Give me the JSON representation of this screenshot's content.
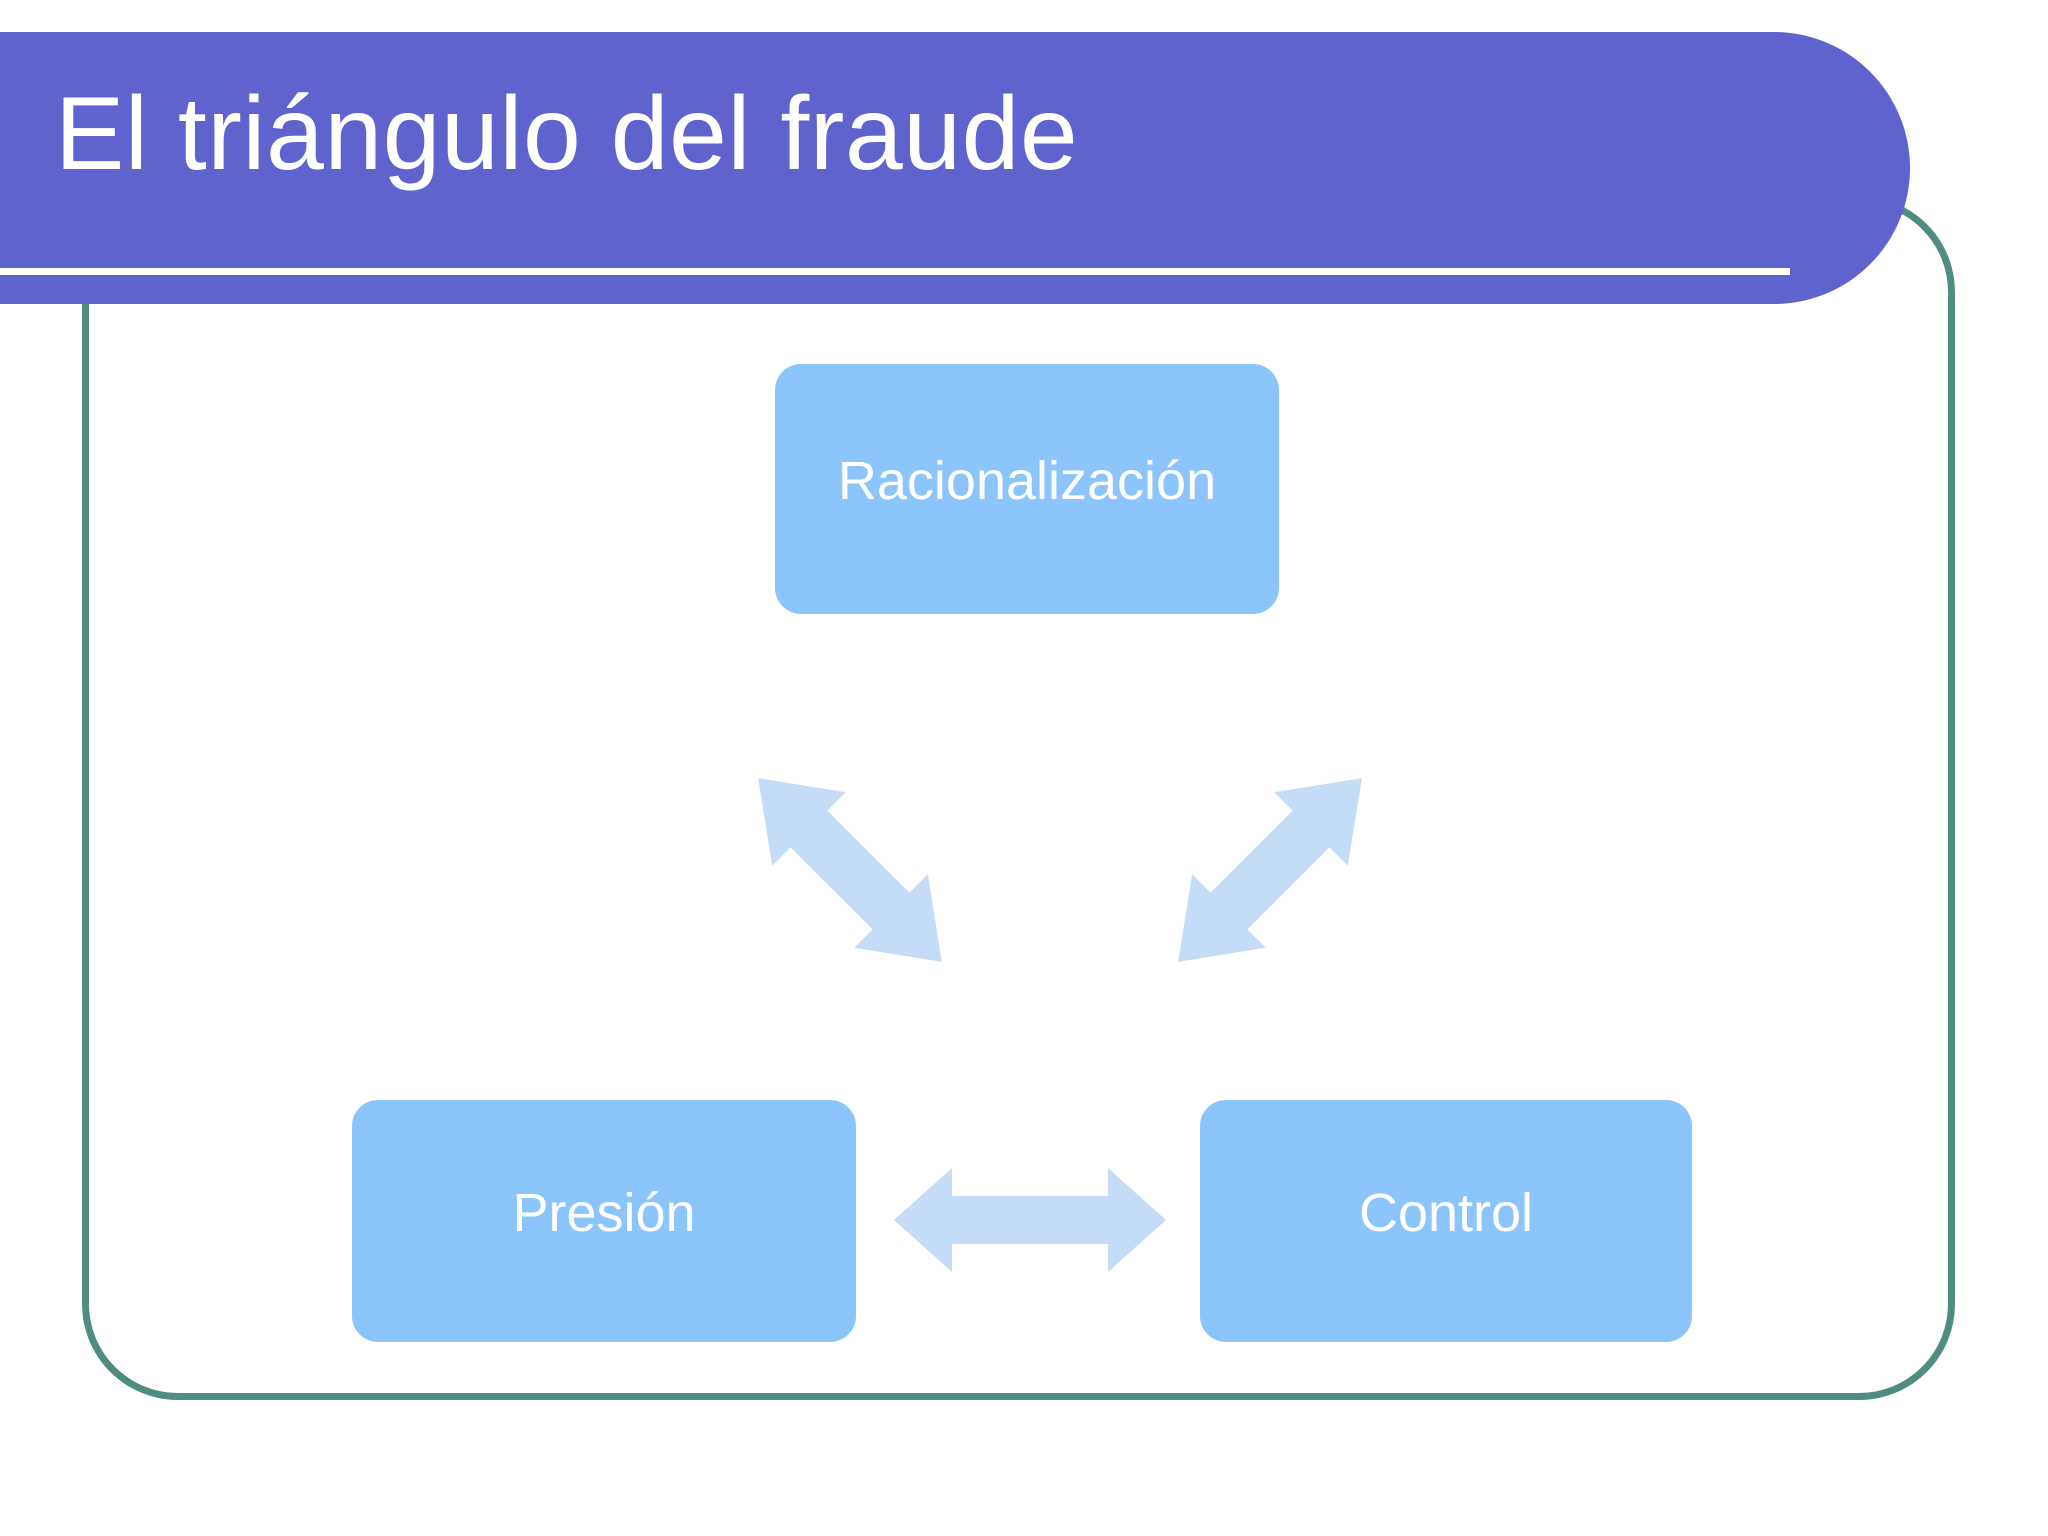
{
  "slide": {
    "title": "El triángulo del fraude",
    "background_color": "#ffffff",
    "banner_color": "#6063cd",
    "frame_border_color": "#4f8d81",
    "node_color": "#8cc5fb",
    "node_text_color": "#ffffff",
    "arrow_color": "#c5dcf8"
  },
  "diagram": {
    "type": "triangle-cycle",
    "nodes": [
      {
        "id": "rationalization",
        "label": "Racionalización",
        "position": "top"
      },
      {
        "id": "pressure",
        "label": "Presión",
        "position": "bottom-left"
      },
      {
        "id": "control",
        "label": "Control",
        "position": "bottom-right"
      }
    ],
    "connectors": [
      {
        "id": "pressure-rationalization",
        "from": "pressure",
        "to": "rationalization",
        "style": "double-arrow",
        "orientation": "diagonal-up-right"
      },
      {
        "id": "rationalization-control",
        "from": "rationalization",
        "to": "control",
        "style": "double-arrow",
        "orientation": "diagonal-down-right"
      },
      {
        "id": "pressure-control",
        "from": "pressure",
        "to": "control",
        "style": "double-arrow",
        "orientation": "horizontal"
      }
    ]
  }
}
